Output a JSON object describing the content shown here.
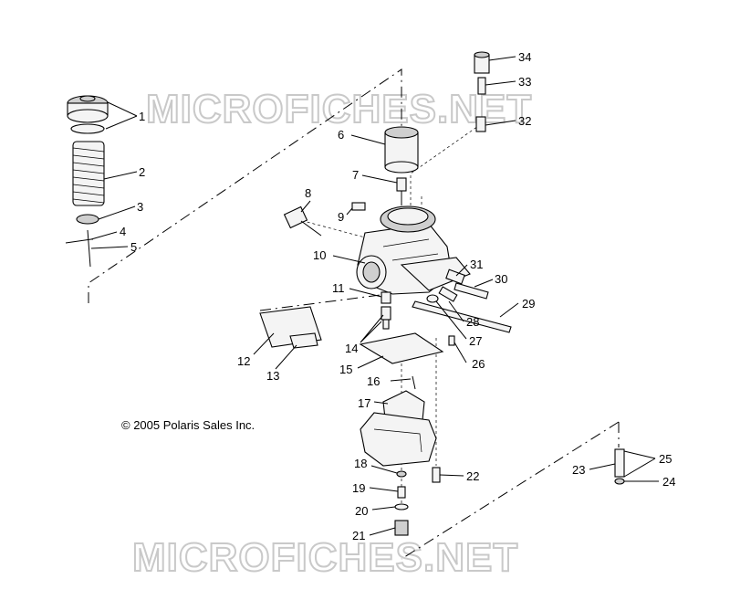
{
  "watermark": {
    "top": "MICROFICHES.NET",
    "bottom": "MICROFICHES.NET"
  },
  "copyright": "© 2005 Polaris Sales Inc.",
  "callouts": {
    "c1": "1",
    "c2": "2",
    "c3": "3",
    "c4": "4",
    "c5": "5",
    "c6": "6",
    "c7": "7",
    "c8": "8",
    "c9": "9",
    "c10": "10",
    "c11": "11",
    "c12": "12",
    "c13": "13",
    "c14": "14",
    "c15": "15",
    "c16": "16",
    "c17": "17",
    "c18": "18",
    "c19": "19",
    "c20": "20",
    "c21": "21",
    "c22": "22",
    "c23": "23",
    "c24": "24",
    "c25": "25",
    "c26": "26",
    "c27": "27",
    "c28": "28",
    "c29": "29",
    "c30": "30",
    "c31": "31",
    "c32": "32",
    "c33": "33",
    "c34": "34"
  }
}
